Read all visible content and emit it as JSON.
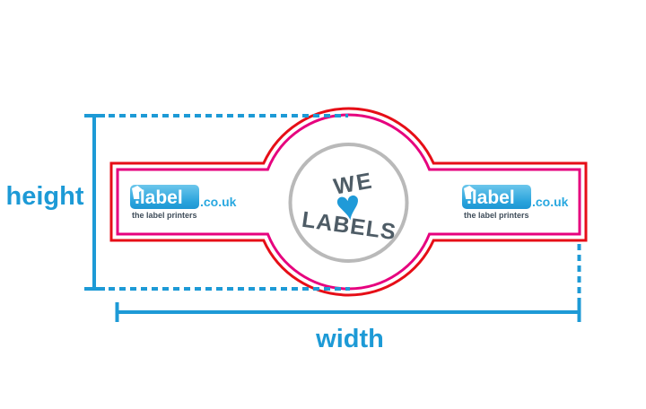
{
  "diagram": {
    "description": "Dumbbell-shaped label outline diagram with height and width dimension markers"
  },
  "labels": {
    "height": "height",
    "width": "width"
  },
  "roundel": {
    "line1": "WE",
    "heart_icon": "♥",
    "line2": "LABELS"
  },
  "brand": {
    "name": ".label",
    "tld": ".co.uk",
    "tagline": "the label printers"
  },
  "colors": {
    "dimension_blue": "#1d9ad6",
    "outer_line_red": "#e60e17",
    "inner_line_magenta": "#e6007e",
    "circle_border_gray": "#b9b9b9",
    "circle_fill_white": "#ffffff",
    "roundel_text_slate": "#4e5c66",
    "heart_blue": "#1f9ad8",
    "logo_blue": "#29a8e0"
  }
}
